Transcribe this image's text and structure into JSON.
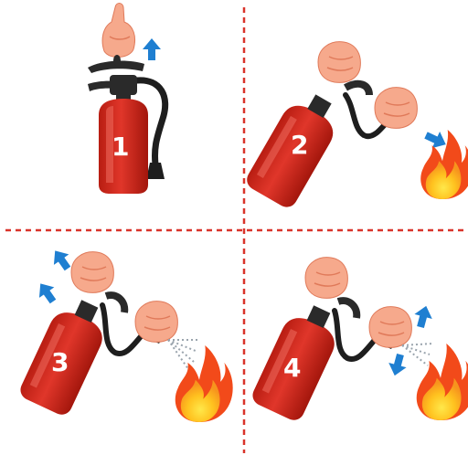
{
  "steps": [
    {
      "number": "1",
      "action": "pull-pin"
    },
    {
      "number": "2",
      "action": "aim-at-base-of-fire"
    },
    {
      "number": "3",
      "action": "squeeze-lever"
    },
    {
      "number": "4",
      "action": "sweep-side-to-side"
    }
  ],
  "colors": {
    "cylinder": "#d42a1c",
    "cylinder_dark": "#a8180e",
    "skin": "#f6a98c",
    "skin_dark": "#e07a5a",
    "arrow": "#1f7fd1",
    "divider": "#d9332a",
    "flame_outer": "#f24a1a",
    "flame_mid": "#f79a1e",
    "flame_inner": "#ffd82a",
    "hose": "#1e1e1e"
  },
  "icons": [
    "fire-extinguisher-icon",
    "hand-icon",
    "flame-icon",
    "arrow-icon",
    "spray-icon"
  ]
}
